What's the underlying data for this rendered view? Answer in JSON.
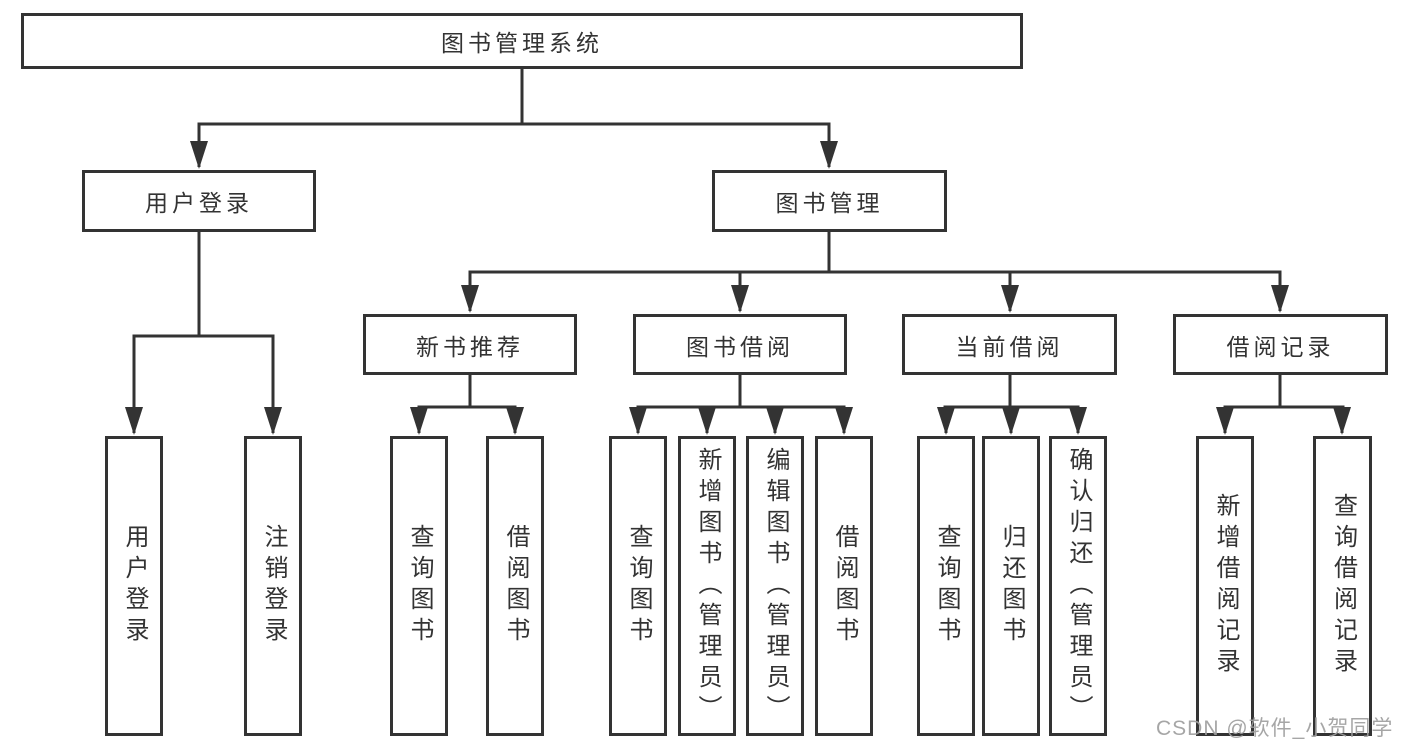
{
  "colors": {
    "line": "#333333",
    "text": "#333333",
    "box_fill": "#ffffff",
    "background": "#ffffff",
    "watermark": "#9e9e9e"
  },
  "watermark": {
    "text": "CSDN @软件_小贺同学"
  },
  "tree": {
    "root": {
      "label": "图书管理系统",
      "children": [
        {
          "label": "用户登录",
          "children": [
            {
              "label": "用户登录"
            },
            {
              "label": "注销登录"
            }
          ]
        },
        {
          "label": "图书管理",
          "children": [
            {
              "label": "新书推荐",
              "children": [
                {
                  "label": "查询图书"
                },
                {
                  "label": "借阅图书"
                }
              ]
            },
            {
              "label": "图书借阅",
              "children": [
                {
                  "label": "查询图书"
                },
                {
                  "label": "新增图书（管理员）"
                },
                {
                  "label": "编辑图书（管理员）"
                },
                {
                  "label": "借阅图书"
                }
              ]
            },
            {
              "label": "当前借阅",
              "children": [
                {
                  "label": "查询图书"
                },
                {
                  "label": "归还图书"
                },
                {
                  "label": "确认归还（管理员）"
                }
              ]
            },
            {
              "label": "借阅记录",
              "children": [
                {
                  "label": "新增借阅记录"
                },
                {
                  "label": "查询借阅记录"
                }
              ]
            }
          ]
        }
      ]
    }
  }
}
